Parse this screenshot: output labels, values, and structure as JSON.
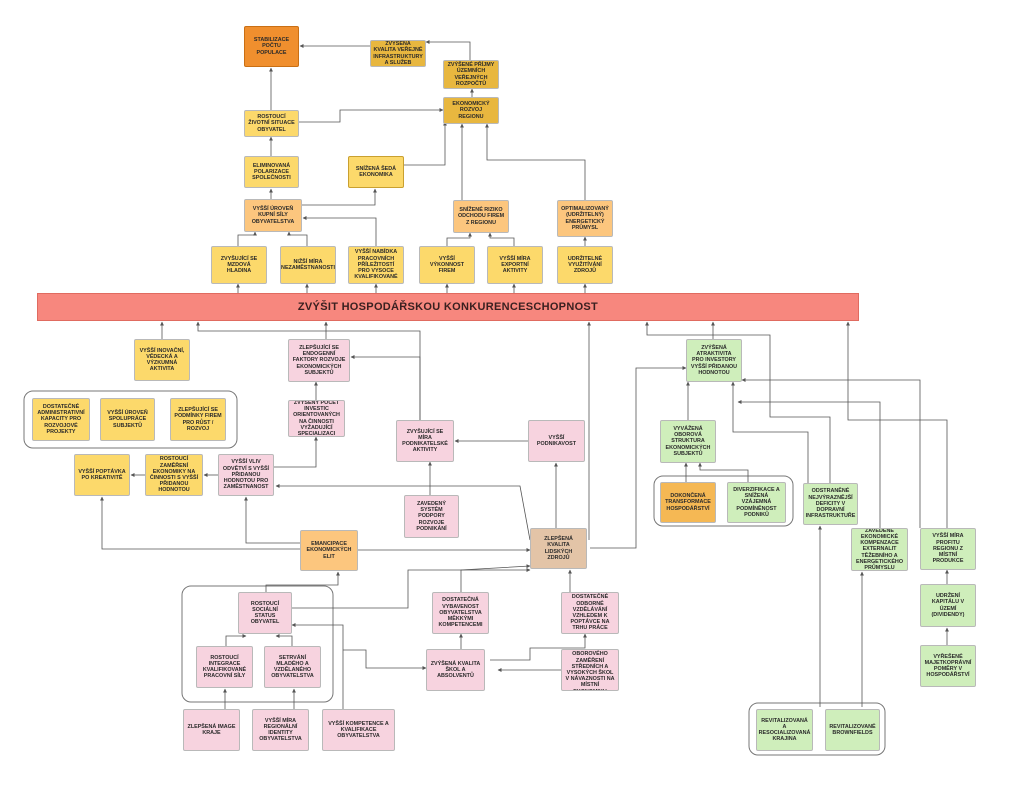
{
  "colors": {
    "orange": "#f08f2e",
    "dark_yellow": "#e8b73f",
    "yellow": "#fcd96b",
    "light_orange": "#fcc67e",
    "pink": "#f7d3df",
    "green": "#cfeebb",
    "main_bar": "#f7877e"
  },
  "main_goal": "ZVÝŠIT HOSPODÁŘSKOU KONKURENCESCHOPNOST",
  "nodes": {
    "stabilizace": "STABILIZACE POČTU POPULACE",
    "kvalita_infra": "ZVÝŠENÁ KVALITA VEŘEJNÉ INFRASTRUKTURY A SLUŽEB",
    "prijmy_rozpoctu": "ZVÝŠENÉ PŘÍJMY ÚZEMNÍCH VEŘEJNÝCH ROZPOČTŮ",
    "ekonomicky_rozvoj": "EKONOMICKÝ ROZVOJ REGIONU",
    "zivotni_situace": "ROSTOUCÍ ŽIVOTNÍ SITUACE OBYVATEL",
    "polarizace": "ELIMINOVANÁ POLARIZACE SPOLEČNOSTI",
    "seda_ekonomika": "SNÍŽENÁ ŠEDÁ EKONOMIKA",
    "kupni_sila": "VYŠŠÍ ÚROVEŇ KUPNÍ SÍLY OBYVATELSTVA",
    "riziko_odchodu": "SNÍŽENÉ RIZIKO ODCHODU FIREM Z REGIONU",
    "energeticky_prumysl": "OPTIMALIZOVANÝ (UDRŽITELNÝ) ENERGETICKÝ PRŮMYSL",
    "mzdova_hladina": "ZVYŠUJÍCÍ SE MZDOVÁ HLADINA",
    "nezamestnanost": "NIŽŠÍ MÍRA NEZAMĚSTNANOSTI",
    "nabidka_mist": "vyšší NABÍDKA PRACOVNÍCH PŘÍLEŽITOSTÍ PRO VYSOCE KVALIFIKOVANÉ",
    "vykonnost_firem": "VYŠŠÍ VÝKONNOST FIREM",
    "exportni_aktivity": "VYŠŠÍ MÍRA EXPORTNÍ AKTIVITY",
    "udrzitelne_zdroje": "UDRŽITELNÉ VYUŽITÍVÁNÍ ZDROJŮ",
    "inovacni_aktivita": "VYŠŠÍ INOVAČNÍ, VĚDECKÁ A VÝZKUMNÁ AKTIVITA",
    "endogenni_faktory": "ZLEPŠUJÍCÍ SE ENDOGENNÍ FAKTORY ROZVOJE EKONOMICKÝCH SUBJEKTŮ",
    "atraktivita": "ZVÝŠENÁ ATRAKTIVITA PRO INVESTORY VYŠŠÍ PŘIDANOU HODNOTOU",
    "admin_kapacity": "DOSTATEČNÉ ADMINISTRATIVNÍ KAPACITY PRO ROZVOJOVÉ PROJEKTY",
    "spoluprace": "VYŠŠÍ ÚROVEŇ SPOLUPRÁCE SUBJEKTŮ",
    "podminky_firem": "ZLEPŠUJÍCÍ SE PODMÍNKY FIREM PRO RŮST / ROZVOJ",
    "investice_vyzkum": "ZVÝŠENÝ POČET INVESTIC ORIENTOVANÝCH NA ČINNOSTI VYŽADUJÍCÍ SPECIALIZACI",
    "podnikatelske_aktivity": "ZVYŠUJÍCÍ SE MÍRA PODNIKATELSKÉ AKTIVITY",
    "podnikavost": "VYŠŠÍ PODNIKAVOST",
    "oborova_struktura": "VYVÁŽENÁ OBOROVÁ STRUKTURA EKONOMICKÝCH SUBJEKTŮ",
    "poptavka_kreativite": "VYŠŠÍ POPTÁVKA PO KREATIVITĚ",
    "zamereni_ekonomiky": "ROSTOUCÍ ZAMĚŘENÍ EKONOMIKY NA ČINNOSTI S VYŠŠÍ PŘIDANOU HODNOTOU",
    "vliv_odvetvi": "VYŠŠÍ VLIV ODVĚTVÍ S VYŠŠÍ PŘIDANOU HODNOTOU PRO ZAMĚSTNANOST",
    "system_podpory": "ZAVEDENÝ SYSTÉM PODPORY ROZVOJE PODNIKÁNÍ",
    "transformace": "DOKONČENÁ TRANSFORMACE HOSPODÁŘSTVÍ",
    "diverzifikace": "DIVERZIFIKACE A SNÍŽENÁ VZÁJEMNÁ PODMÍNĚNOST PODNIKŮ",
    "dopravni_deficity": "ODSTRANĚNÉ NEJVÝRAZNĚJŠÍ DEFICITY V DOPRAVNÍ INFRASTRUKTUŘE",
    "emancipace": "EMANCIPACE EKONOMICKÝCH ELIT",
    "lidske_zdroje": "ZLEPŠENÁ KVALITA LIDSKÝCH ZDROJŮ",
    "kompenzace": "ZAVEDENÉ EKONOMICKÉ KOMPENZACE EXTERNALIT TĚŽEBNÍHO A ENERGETICKÉHO PRŮMYSLU",
    "mira_profitu": "VYŠŠÍ MÍRA PROFITU REGIONU Z MÍSTNÍ PRODUKCE",
    "socialni_status": "ROSTOUCÍ SOCIÁLNÍ STATUS OBYVATEL",
    "vysokoskolske_vzdelani": "DOSTATEČNÁ VYBAVENOST OBYVATELSTVA MĚKKÝMI KOMPETENCEMI",
    "odborne_vzdelavani": "DOSTATEČNÉ ODBORNÉ VZDĚLÁVÁNÍ VZHLEDEM K POPTÁVCE NA TRHU PRÁCE",
    "udrzeni_kapitalu": "UDRŽENÍ KAPITÁLU V ÚZEMÍ (DIVIDENDY)",
    "integrace_prac_sily": "ROSTOUCÍ INTEGRACE KVALIFIKOVANÉ PRACOVNÍ SÍLY",
    "setrvani_mladeho": "SETRVÁNÍ MLADÉHO A VZDĚLANÉHO OBYVATELSTVA",
    "kvalita_skol": "ZVÝŠENÁ KVALITA ŠKOL A ABSOLVENTŮ",
    "prizpusobeni_zamereni": "PŘIZPŮSOBENÍ OBOROVÉHO ZAMĚŘENÍ STŘEDNÍCH A VYSOKÝCH ŠKOL V NÁVAZNOSTI NA MÍSTNÍ EKONOMIKU",
    "majetkopravni": "VYŘEŠENÉ MAJETKOPRÁVNÍ POMĚRY V HOSPODÁŘSTVÍ",
    "image_kraje": "ZLEPŠENÁ IMAGE KRAJE",
    "regionalni_identita": "VYŠŠÍ MÍRA REGIONÁLNÍ IDENTITY OBYVATELSTVA",
    "kompetence_obyvatel": "VYŠŠÍ KOMPETENCE A KVALIFIKACE OBYVATELSTVA",
    "revitalizovana_krajina": "REVITALIZOVANÁ A RESOCIALIZOVANÁ KRAJINA",
    "brownfields": "REVITALIZOVANÉ BROWNFIELDS"
  }
}
